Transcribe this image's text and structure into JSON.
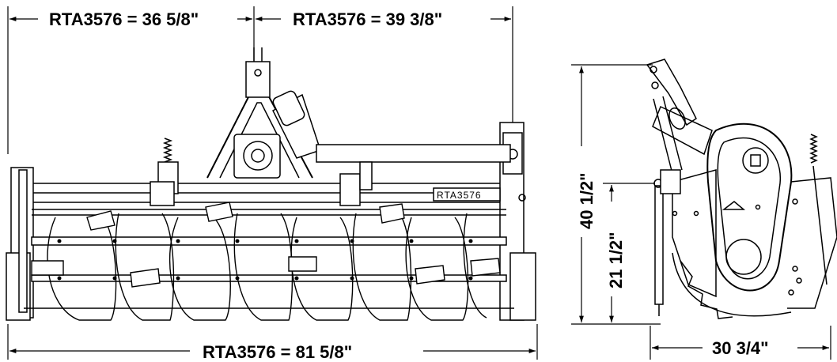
{
  "dimensions": {
    "top_left": "RTA3576 = 36 5/8\"",
    "top_right": "RTA3576 = 39 3/8\"",
    "bottom_width": "RTA3576 = 81 5/8\"",
    "height_total": "40 1/2\"",
    "height_lower": "21 1/2\"",
    "depth": "30 3/4\""
  },
  "model_plate": "RTA3576"
}
